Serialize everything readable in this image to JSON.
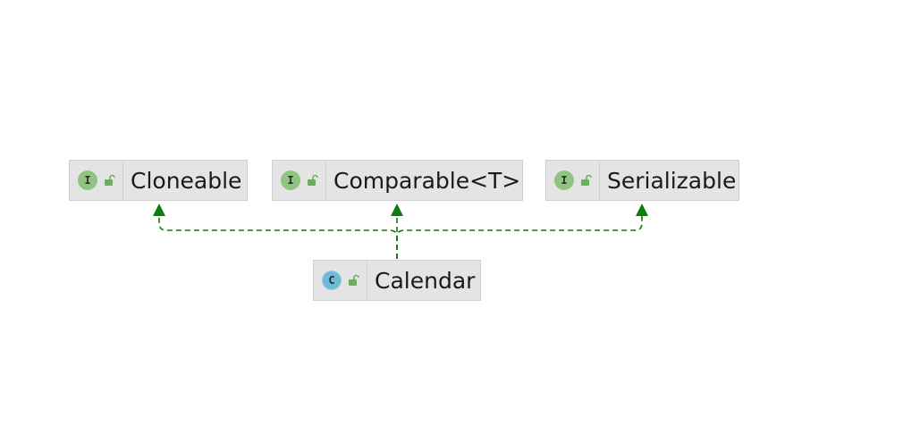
{
  "diagram": {
    "nodes": [
      {
        "id": "cloneable",
        "label": "Cloneable",
        "kind": "I",
        "kind_type": "interface"
      },
      {
        "id": "comparable",
        "label": "Comparable<T>",
        "kind": "I",
        "kind_type": "interface"
      },
      {
        "id": "serializable",
        "label": "Serializable",
        "kind": "I",
        "kind_type": "interface"
      },
      {
        "id": "calendar",
        "label": "Calendar",
        "kind": "C",
        "kind_type": "class"
      }
    ],
    "edges": [
      {
        "from": "calendar",
        "to": "cloneable",
        "style": "dashed",
        "type": "implements"
      },
      {
        "from": "calendar",
        "to": "comparable",
        "style": "dashed",
        "type": "implements"
      },
      {
        "from": "calendar",
        "to": "serializable",
        "style": "dashed",
        "type": "implements"
      }
    ],
    "colors": {
      "edge": "#0a7d0a",
      "node_bg": "#e4e4e4",
      "interface_icon": "#8fc482",
      "class_icon": "#6fb9d6",
      "lock_icon": "#6aaf5c"
    }
  }
}
